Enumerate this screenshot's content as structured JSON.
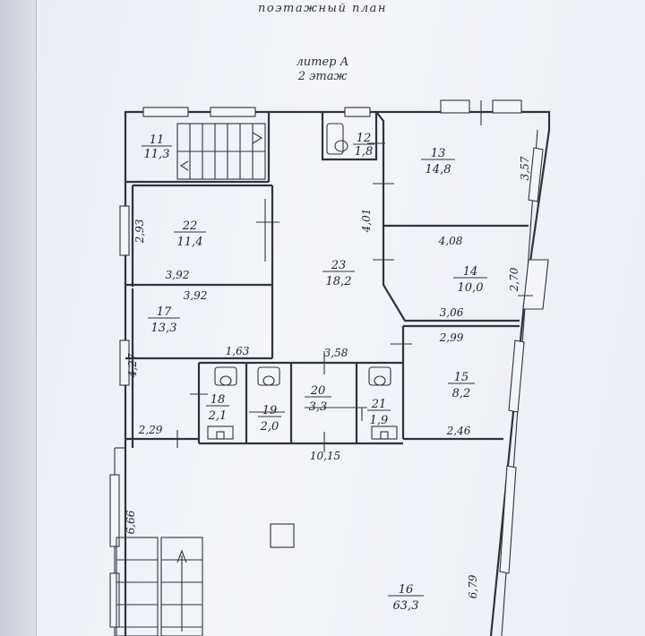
{
  "header": {
    "title": "поэтажный план",
    "litera": "литер А",
    "floor": "2 этаж"
  },
  "rooms": [
    {
      "number": "11",
      "area": "11,3"
    },
    {
      "number": "12",
      "area": "1,8"
    },
    {
      "number": "13",
      "area": "14,8"
    },
    {
      "number": "14",
      "area": "10,0"
    },
    {
      "number": "15",
      "area": "8,2"
    },
    {
      "number": "16",
      "area": "63,3"
    },
    {
      "number": "17",
      "area": "13,3"
    },
    {
      "number": "18",
      "area": "2,1"
    },
    {
      "number": "19",
      "area": "2,0"
    },
    {
      "number": "20",
      "area": "3,3"
    },
    {
      "number": "21",
      "area": "1,9"
    },
    {
      "number": "22",
      "area": "11,4"
    },
    {
      "number": "23",
      "area": "18,2"
    }
  ],
  "dimensions": {
    "d_2_93": "2,93",
    "d_3_92_a": "3,92",
    "d_3_92_b": "3,92",
    "d_4_27": "4,27",
    "d_1_63": "1,63",
    "d_3_58": "3,58",
    "d_2_29": "2,29",
    "d_10_15": "10,15",
    "d_4_01": "4,01",
    "d_3_57": "3,57",
    "d_4_08": "4,08",
    "d_2_70": "2,70",
    "d_3_06": "3,06",
    "d_2_99": "2,99",
    "d_2_46": "2,46",
    "d_6_66": "6,66",
    "d_6_79": "6,79"
  }
}
